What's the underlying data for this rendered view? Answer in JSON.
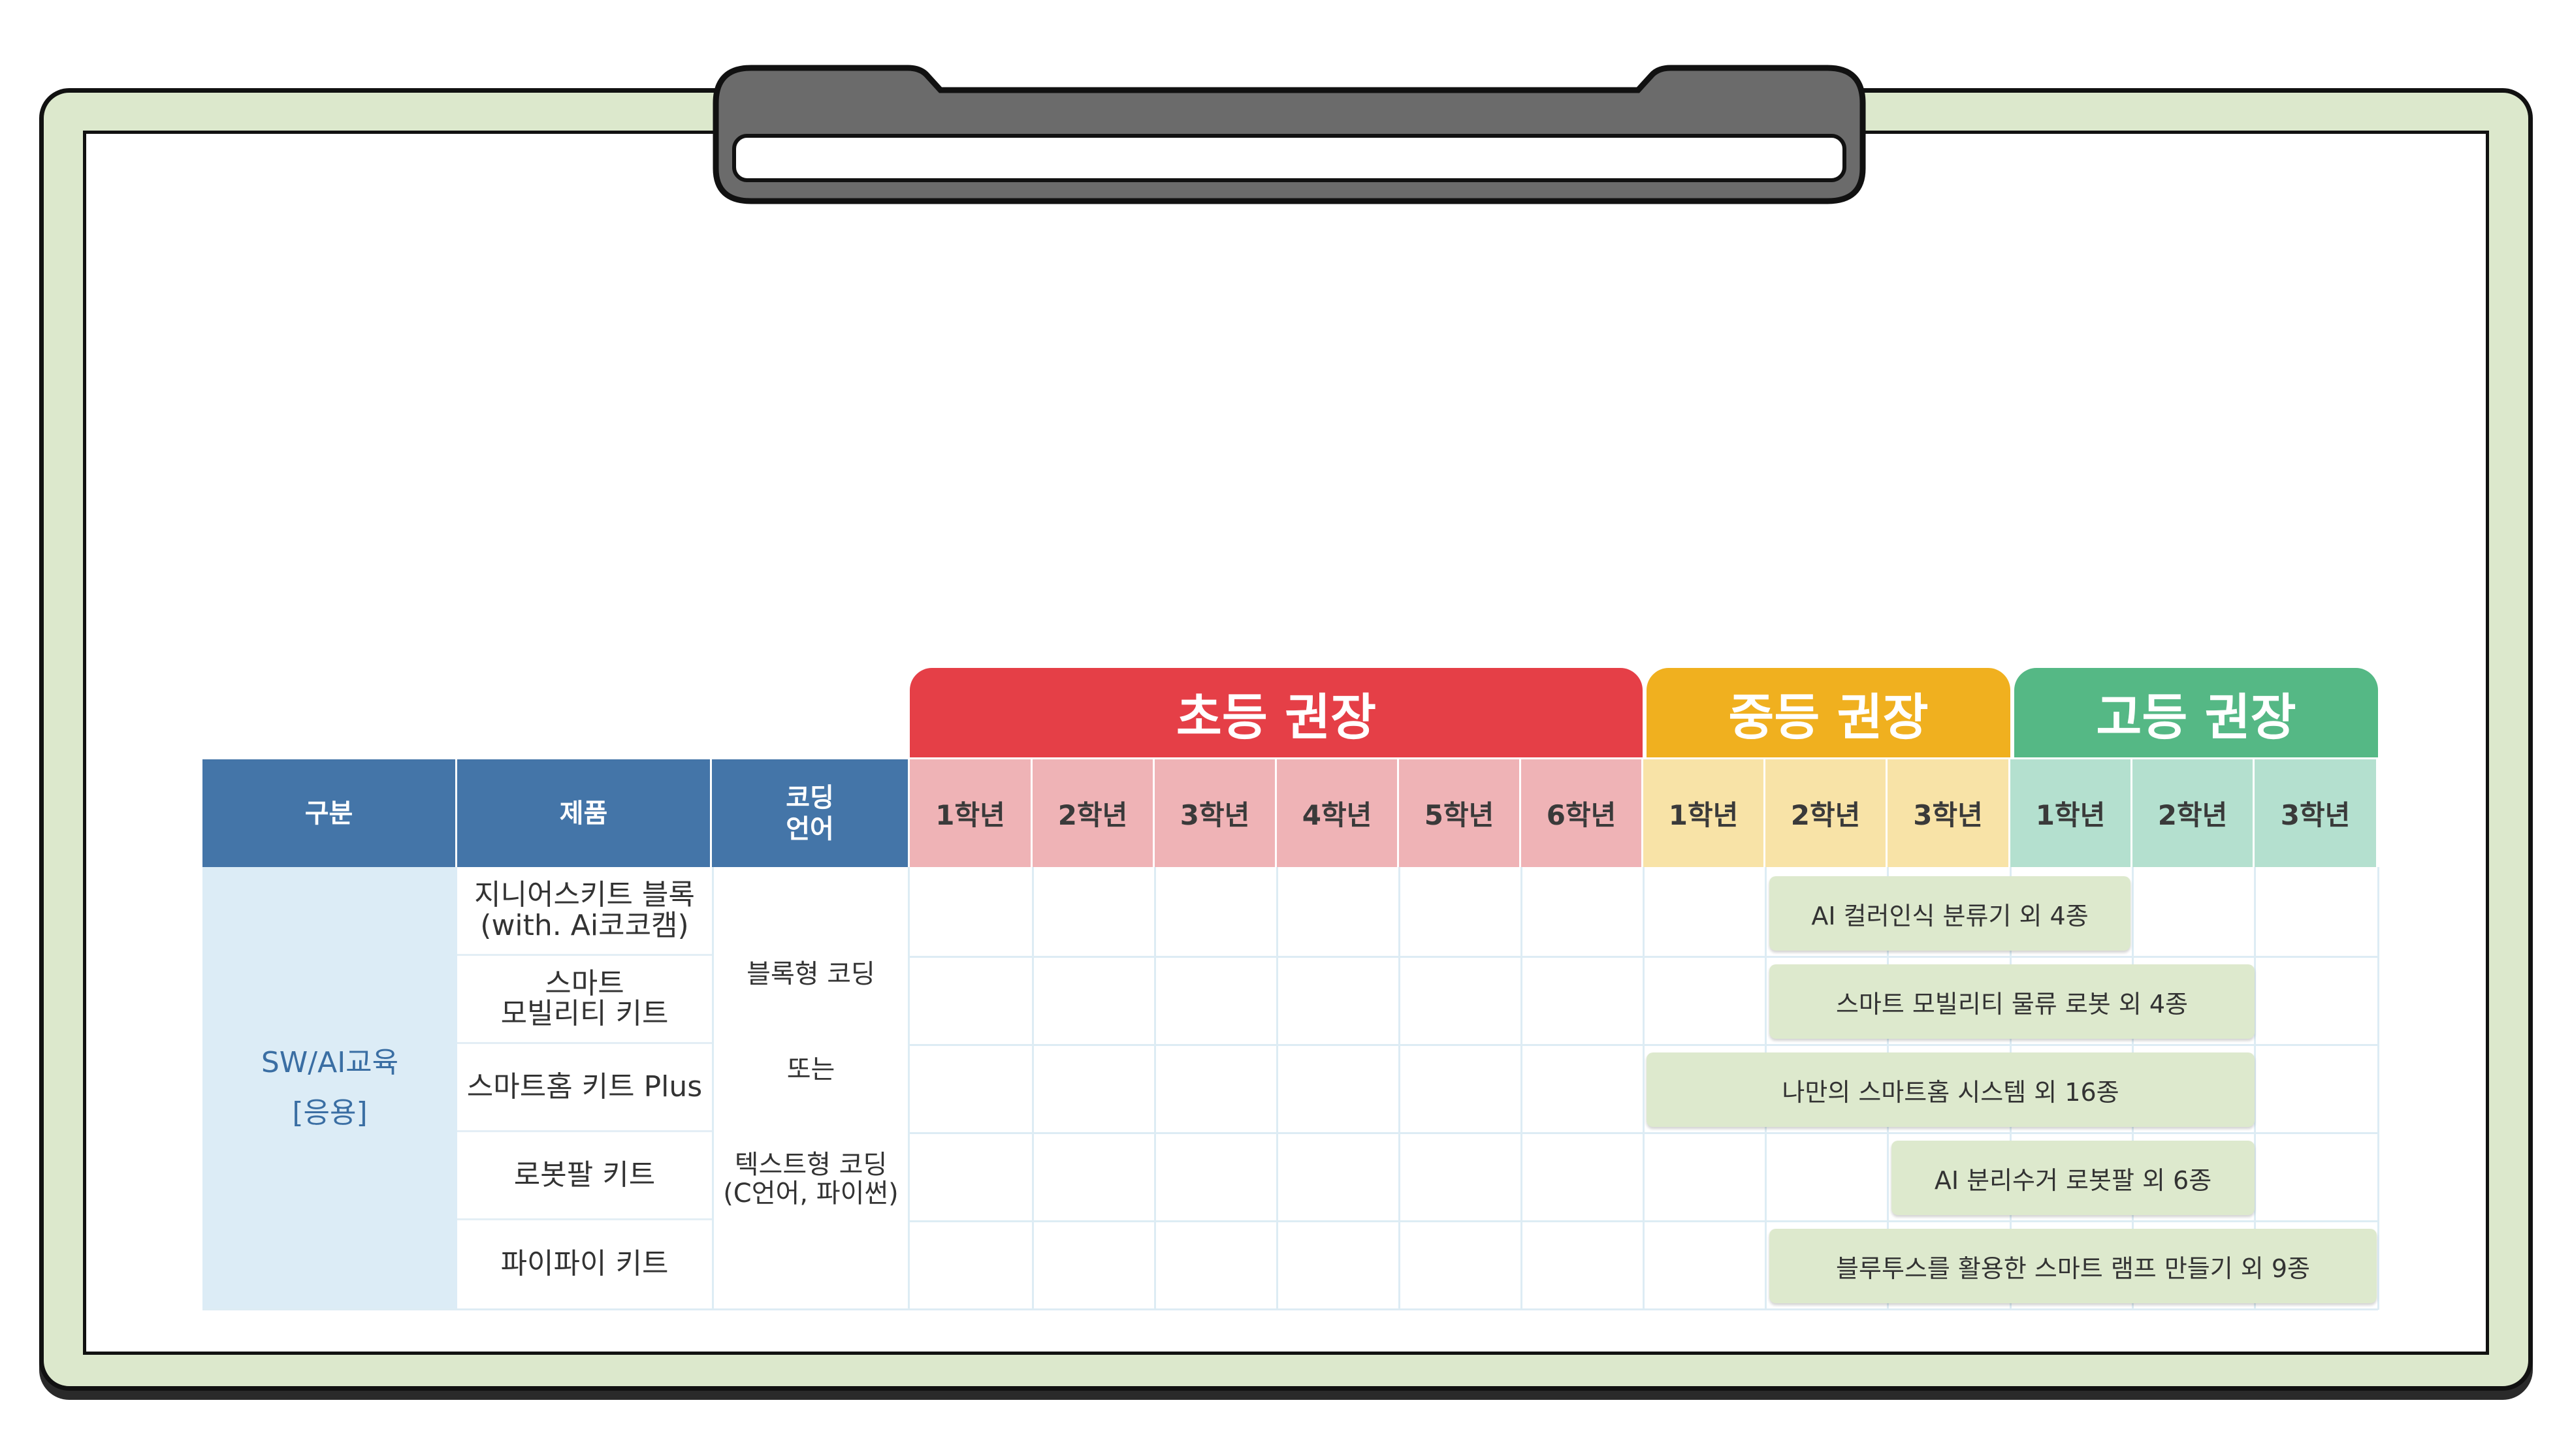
{
  "bands": {
    "elementary": "초등 권장",
    "middle": "중등 권장",
    "high": "고등 권장"
  },
  "headers": {
    "category": "구분",
    "product": "제품",
    "coding_language": [
      "코딩",
      "언어"
    ]
  },
  "grades": {
    "elementary": [
      "1학년",
      "2학년",
      "3학년",
      "4학년",
      "5학년",
      "6학년"
    ],
    "middle": [
      "1학년",
      "2학년",
      "3학년"
    ],
    "high": [
      "1학년",
      "2학년",
      "3학년"
    ]
  },
  "category": {
    "line1": "SW/AI교육",
    "line2": "[응용]"
  },
  "products": [
    {
      "line1": "지니어스키트 블록",
      "line2": "(with. Ai코코캠)"
    },
    {
      "line1": "스마트",
      "line2": "모빌리티 키트"
    },
    {
      "line1": "스마트홈 키트 Plus",
      "line2": ""
    },
    {
      "line1": "로봇팔 키트",
      "line2": ""
    },
    {
      "line1": "파이파이 키트",
      "line2": ""
    }
  ],
  "coding_language": {
    "block": "블록형 코딩",
    "or": "또는",
    "text_line1": "텍스트형 코딩",
    "text_line2": "(C언어, 파이썬)"
  },
  "courses": [
    {
      "label": "AI 컬러인식 분류기 외 4종"
    },
    {
      "label": "스마트 모빌리티 물류 로봇 외 4종"
    },
    {
      "label": "나만의 스마트홈 시스템 외 16종"
    },
    {
      "label": "AI 분리수거 로봇팔 외 6종"
    },
    {
      "label": "블루투스를 활용한 스마트 램프 만들기 외 9종"
    }
  ],
  "colors": {
    "frame": "#dce8cc",
    "header_blue": "#4475a8",
    "elementary": "#e53f47",
    "middle": "#f0b01f",
    "high": "#55b885",
    "course_bar": "#dde9cd"
  }
}
